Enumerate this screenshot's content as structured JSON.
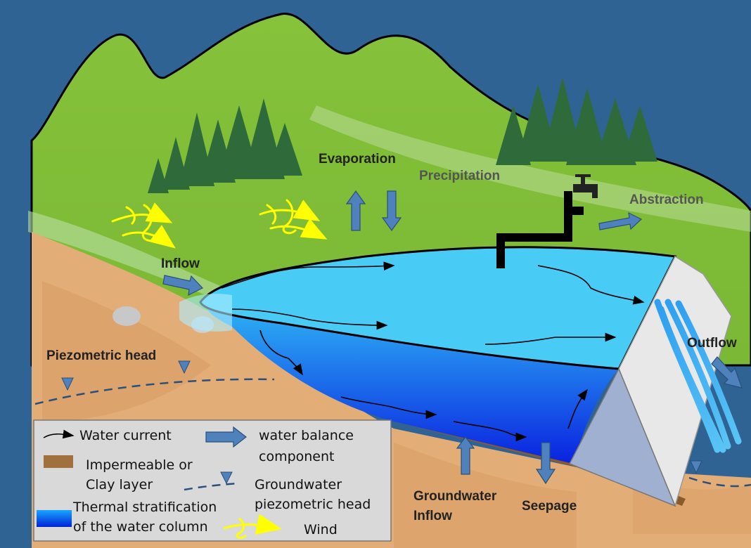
{
  "labels": {
    "evaporation": "Evaporation",
    "precipitation": "Precipitation",
    "abstraction": "Abstraction",
    "inflow": "Inflow",
    "outflow": "Outflow",
    "piezometric_head": "Piezometric head",
    "groundwater_inflow_line1": "Groundwater",
    "groundwater_inflow_line2": "Inflow",
    "seepage": "Seepage"
  },
  "legend": {
    "water_current": "Water current",
    "water_balance_line1": "water balance",
    "water_balance_line2": "component",
    "impermeable_line1": "Impermeable or",
    "impermeable_line2": "Clay layer",
    "groundwater_line1": "Groundwater",
    "groundwater_line2": "piezometric head",
    "thermal_line1": "Thermal stratification",
    "thermal_line2": "of the water column",
    "wind": "Wind"
  },
  "colors": {
    "background": "#2f6394",
    "hill": "#8cc63f",
    "soil": "#e3ad78",
    "water_top": "#48cbf5",
    "water_bottom": "#0a22e0",
    "arrow_fill": "#4f81bd",
    "wind": "#ffff00"
  }
}
